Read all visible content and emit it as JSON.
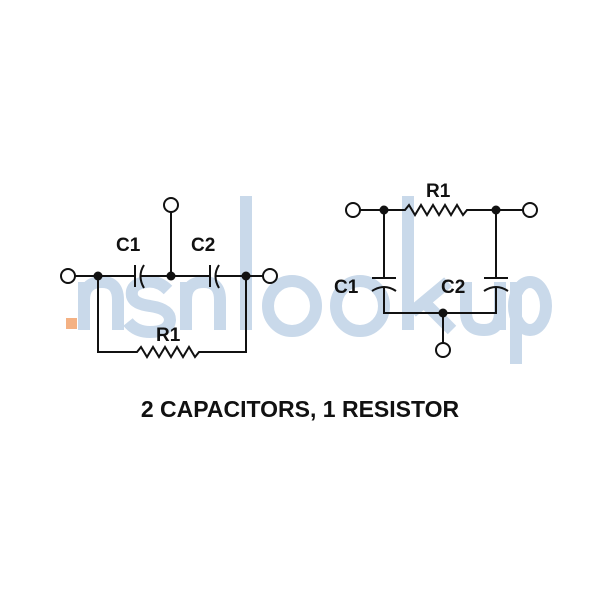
{
  "watermark": "nsnlookup",
  "left_circuit": {
    "c1": "C1",
    "c2": "C2",
    "r1": "R1"
  },
  "right_circuit": {
    "c1": "C1",
    "c2": "C2",
    "r1": "R1"
  },
  "caption": "2 CAPACITORS, 1 RESISTOR",
  "colors": {
    "watermark": "#c9d9ea",
    "watermark_accent": "#f4b183",
    "ink": "#111111"
  }
}
